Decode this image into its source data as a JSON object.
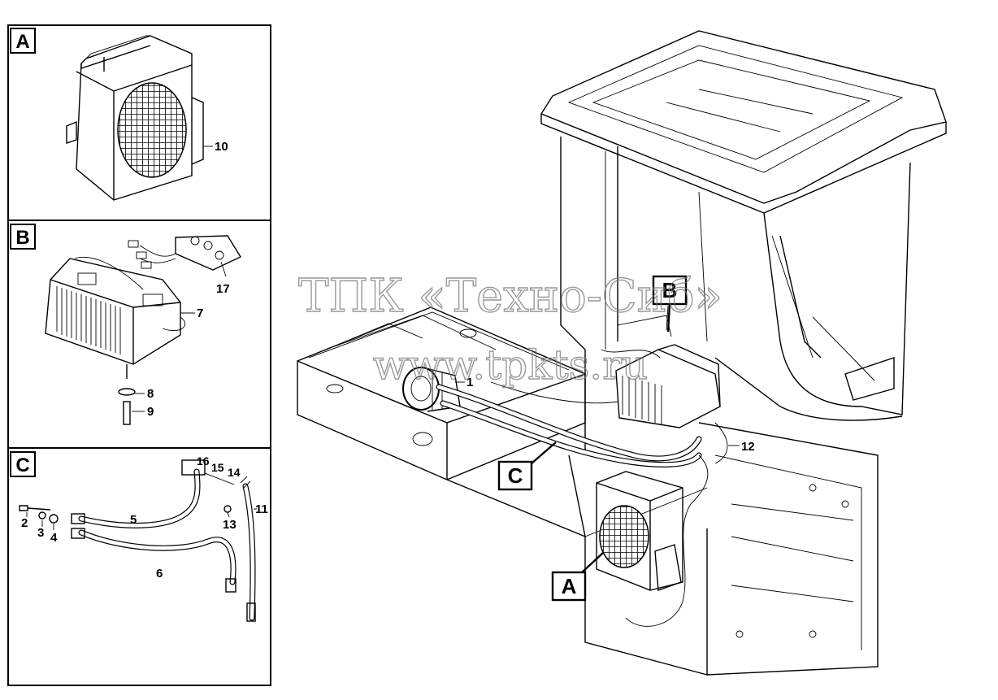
{
  "panels": {
    "A": {
      "letter": "A",
      "parts": [
        "10"
      ]
    },
    "B": {
      "letter": "B",
      "parts": [
        "17",
        "7",
        "8",
        "9"
      ]
    },
    "C": {
      "letter": "C",
      "parts": [
        "16",
        "15",
        "14",
        "2",
        "3",
        "4",
        "5",
        "6",
        "13",
        "11"
      ]
    }
  },
  "main": {
    "callouts": {
      "B": "B",
      "C": "C",
      "A": "A"
    },
    "parts": [
      "1",
      "12"
    ]
  },
  "watermark": {
    "line1": "ТПК «Техно-Сиб»",
    "line2": "www.tpkts.ru"
  }
}
